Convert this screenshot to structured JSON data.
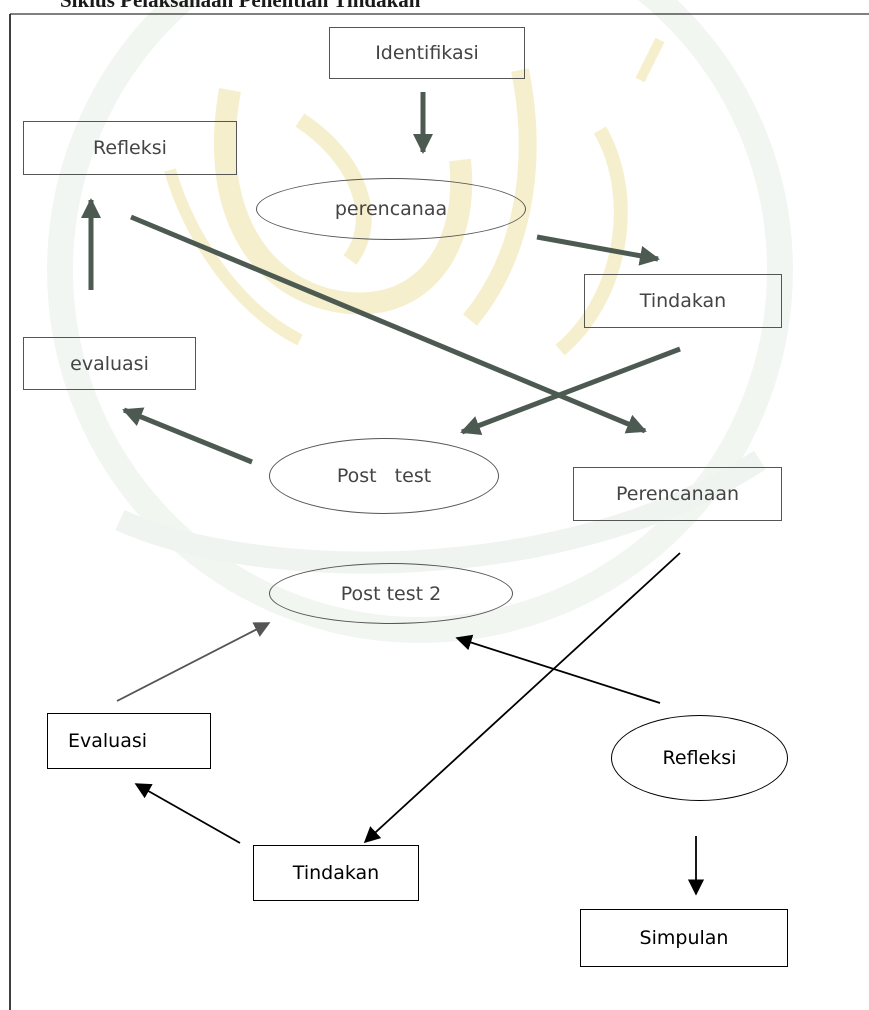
{
  "heading": "Siklus Pelaksanaan Penelitian Tindakan",
  "nodes": {
    "identifikasi": "Identifikasi",
    "refleksi_1": "Refleksi",
    "perencanaan_1": "perencanaa",
    "tindakan_1": "Tindakan",
    "evaluasi_1": "evaluasi",
    "post_test_1": "Post   test",
    "perencanaan_2": "Perencanaan",
    "post_test_2": "Post test 2",
    "evaluasi_2": "Evaluasi",
    "refleksi_2": "Refleksi",
    "tindakan_2": "Tindakan",
    "simpulan": "Simpulan"
  },
  "colors": {
    "cycle1_arrow": "#4d5a52",
    "cycle2_arrow": "#000000",
    "post_test2_arrow": "#555555",
    "watermark": "#e8d88a",
    "watermark_green": "#cfe0d2"
  }
}
